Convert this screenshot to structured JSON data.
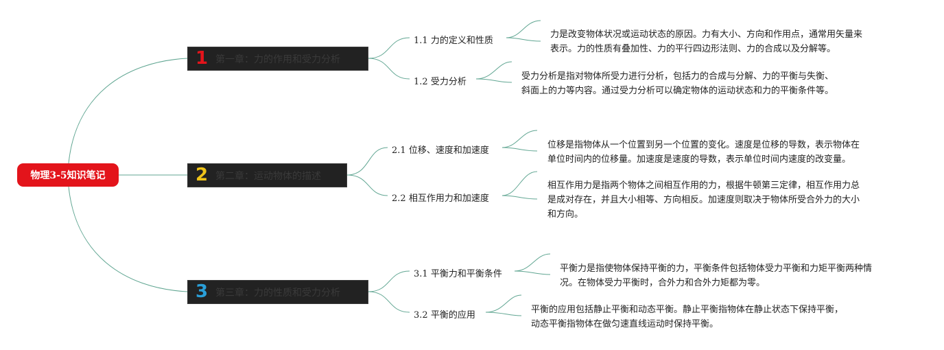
{
  "root": {
    "label": "物理3-5知识笔记"
  },
  "chapters": [
    {
      "num": "1",
      "num_color": "#e3141b",
      "title": "第一章：力的作用和受力分析",
      "subs": [
        {
          "idx": "1.1",
          "label": "力的定义和性质",
          "lines": [
            "力是改变物体状况或运动状态的原因。力有大小、方向和作用点，通常用矢量来",
            "表示。力的性质有叠加性、力的平行四边形法则、力的合成以及分解等。"
          ]
        },
        {
          "idx": "1.2",
          "label": "受力分析",
          "lines": [
            "受力分析是指对物体所受力进行分析，包括力的合成与分解、力的平衡与失衡、",
            "斜面上的力等内容。通过受力分析可以确定物体的运动状态和力的平衡条件等。"
          ]
        }
      ]
    },
    {
      "num": "2",
      "num_color": "#f0c419",
      "title": "第二章：运动物体的描述",
      "subs": [
        {
          "idx": "2.1",
          "label": "位移、速度和加速度",
          "lines": [
            "位移是指物体从一个位置到另一个位置的变化。速度是位移的导数，表示物体在",
            "单位时间内的位移量。加速度是速度的导数，表示单位时间内速度的改变量。"
          ]
        },
        {
          "idx": "2.2",
          "label": "相互作用力和加速度",
          "lines": [
            "相互作用力是指两个物体之间相互作用的力，根据牛顿第三定律，相互作用力总",
            "是成对存在，并且大小相等、方向相反。加速度则取决于物体所受合外力的大小",
            "和方向。"
          ]
        }
      ]
    },
    {
      "num": "3",
      "num_color": "#2a9fd8",
      "title": "第三章：力的性质和受力分析",
      "subs": [
        {
          "idx": "3.1",
          "label": "平衡力和平衡条件",
          "lines": [
            "平衡力是指使物体保持平衡的力，平衡条件包括物体受力平衡和力矩平衡两种情",
            "况。在物体受力平衡时，合外力和合外力矩都为零。"
          ]
        },
        {
          "idx": "3.2",
          "label": "平衡的应用",
          "lines": [
            "平衡的应用包括静止平衡和动态平衡。静止平衡指物体在静止状态下保持平衡，",
            "动态平衡指物体在做匀速直线运动时保持平衡。"
          ]
        }
      ]
    }
  ],
  "colors": {
    "root_bg": "#e3141b",
    "chapter_bg": "#222222",
    "connector": "#5fa591"
  }
}
